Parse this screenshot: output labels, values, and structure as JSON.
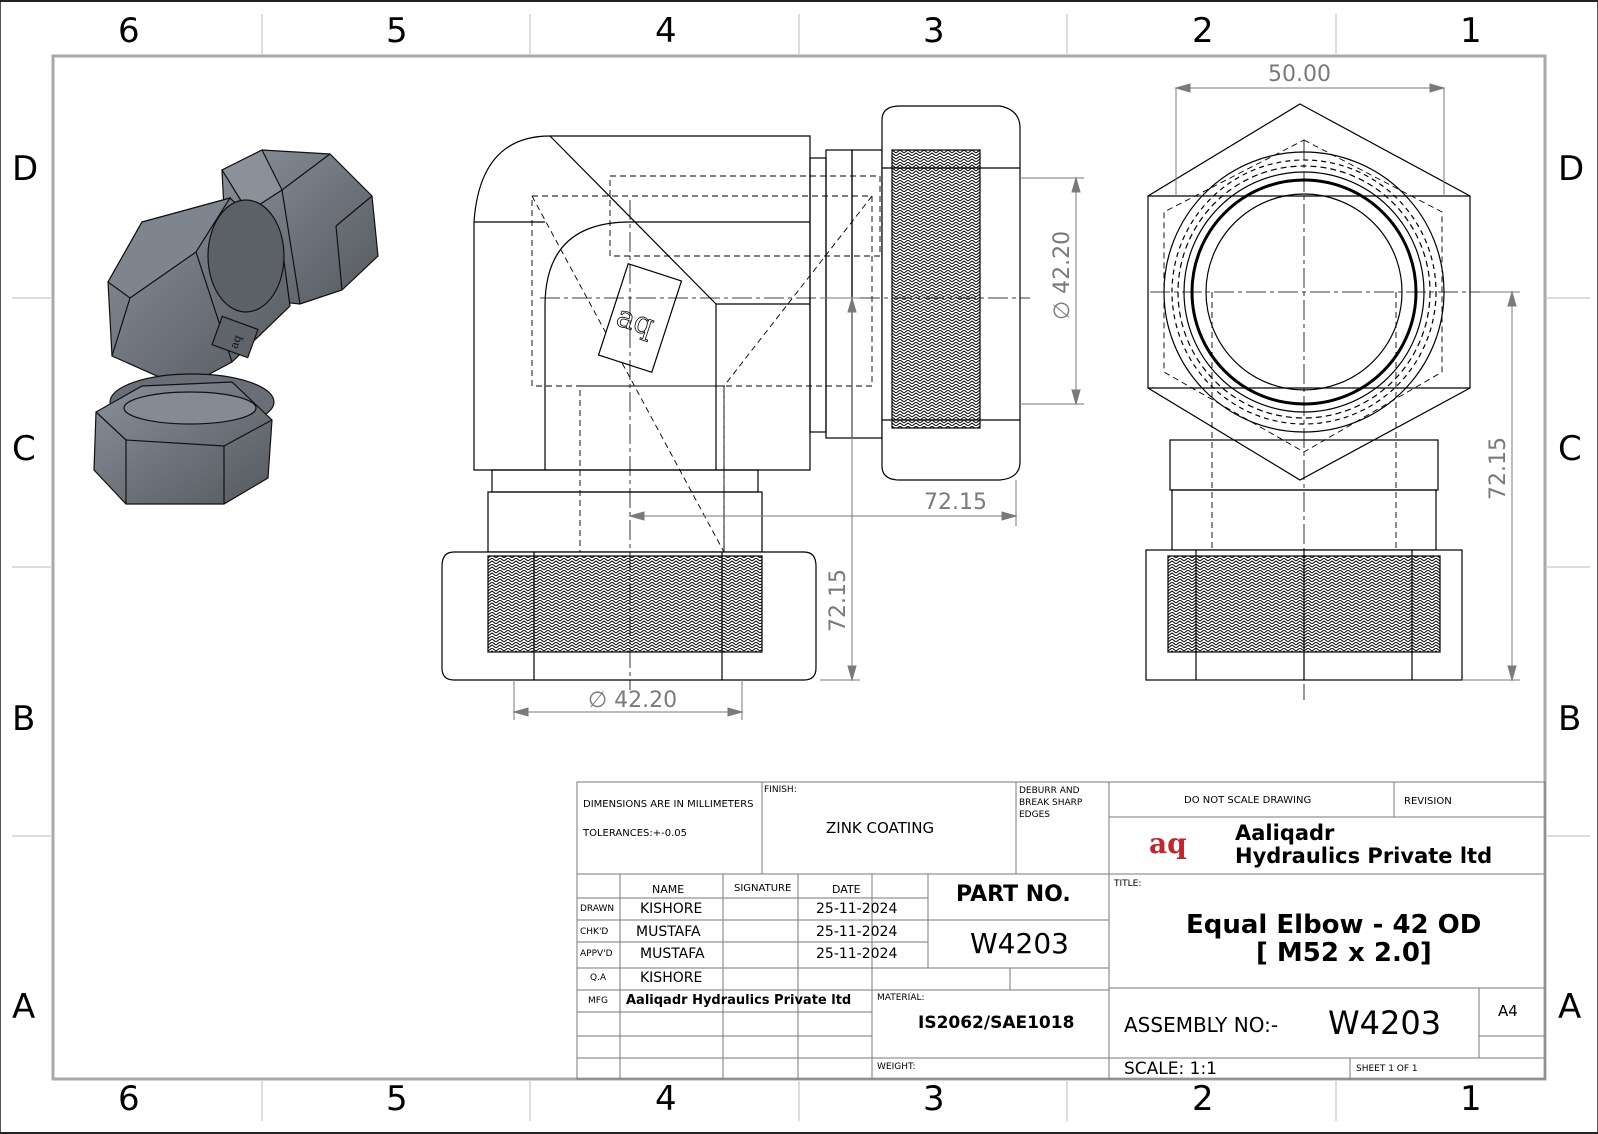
{
  "border": {
    "columns": [
      "6",
      "5",
      "4",
      "3",
      "2",
      "1"
    ],
    "rows": [
      "D",
      "C",
      "B",
      "A"
    ]
  },
  "dimensions": {
    "top_width": "50.00",
    "side_dia": "∅ 42.20",
    "front_length": "72.15",
    "front_height": "72.15",
    "bottom_dia": "∅ 42.20",
    "right_height": "72.15"
  },
  "views": {
    "logo_mark": "aq"
  },
  "title_block": {
    "units": "DIMENSIONS ARE IN MILLIMETERS",
    "tolerances": "TOLERANCES:+-0.05",
    "finish_label": "FINISH:",
    "finish_value": "ZINK COATING",
    "deburr": [
      "DEBURR AND",
      "BREAK SHARP",
      "EDGES"
    ],
    "do_not_scale": "DO NOT SCALE DRAWING",
    "revision": "REVISION",
    "company_logo": "aq",
    "company_line1": "Aaliqadr",
    "company_line2": "Hydraulics Private ltd",
    "headers": {
      "name": "NAME",
      "signature": "SIGNATURE",
      "date": "DATE"
    },
    "rows": [
      {
        "role": "DRAWN",
        "name": "KISHORE",
        "date": "25-11-2024"
      },
      {
        "role": "CHK'D",
        "name": "MUSTAFA",
        "date": "25-11-2024"
      },
      {
        "role": "APPV'D",
        "name": "MUSTAFA",
        "date": "25-11-2024"
      },
      {
        "role": "Q.A",
        "name": "KISHORE",
        "date": ""
      }
    ],
    "mfg_label": "MFG",
    "mfg_value": "Aaliqadr Hydraulics Private ltd",
    "part_no_label": "PART NO.",
    "part_no_value": "W4203",
    "title_label": "TITLE:",
    "title_line1": "Equal Elbow - 42 OD",
    "title_line2": "[ M52 x 2.0]",
    "material_label": "MATERIAL:",
    "material_value": "IS2062/SAE1018",
    "weight_label": "WEIGHT:",
    "assembly_label": "ASSEMBLY NO:-",
    "assembly_value": "W4203",
    "size": "A4",
    "scale": "SCALE: 1:1",
    "sheet": "SHEET 1 OF 1"
  },
  "colors": {
    "frame": "#a9a9a9",
    "line": "#000000",
    "dimension": "#7a7a7a",
    "solid_fill": "#6b7280",
    "logo_red": "#c0262d"
  }
}
